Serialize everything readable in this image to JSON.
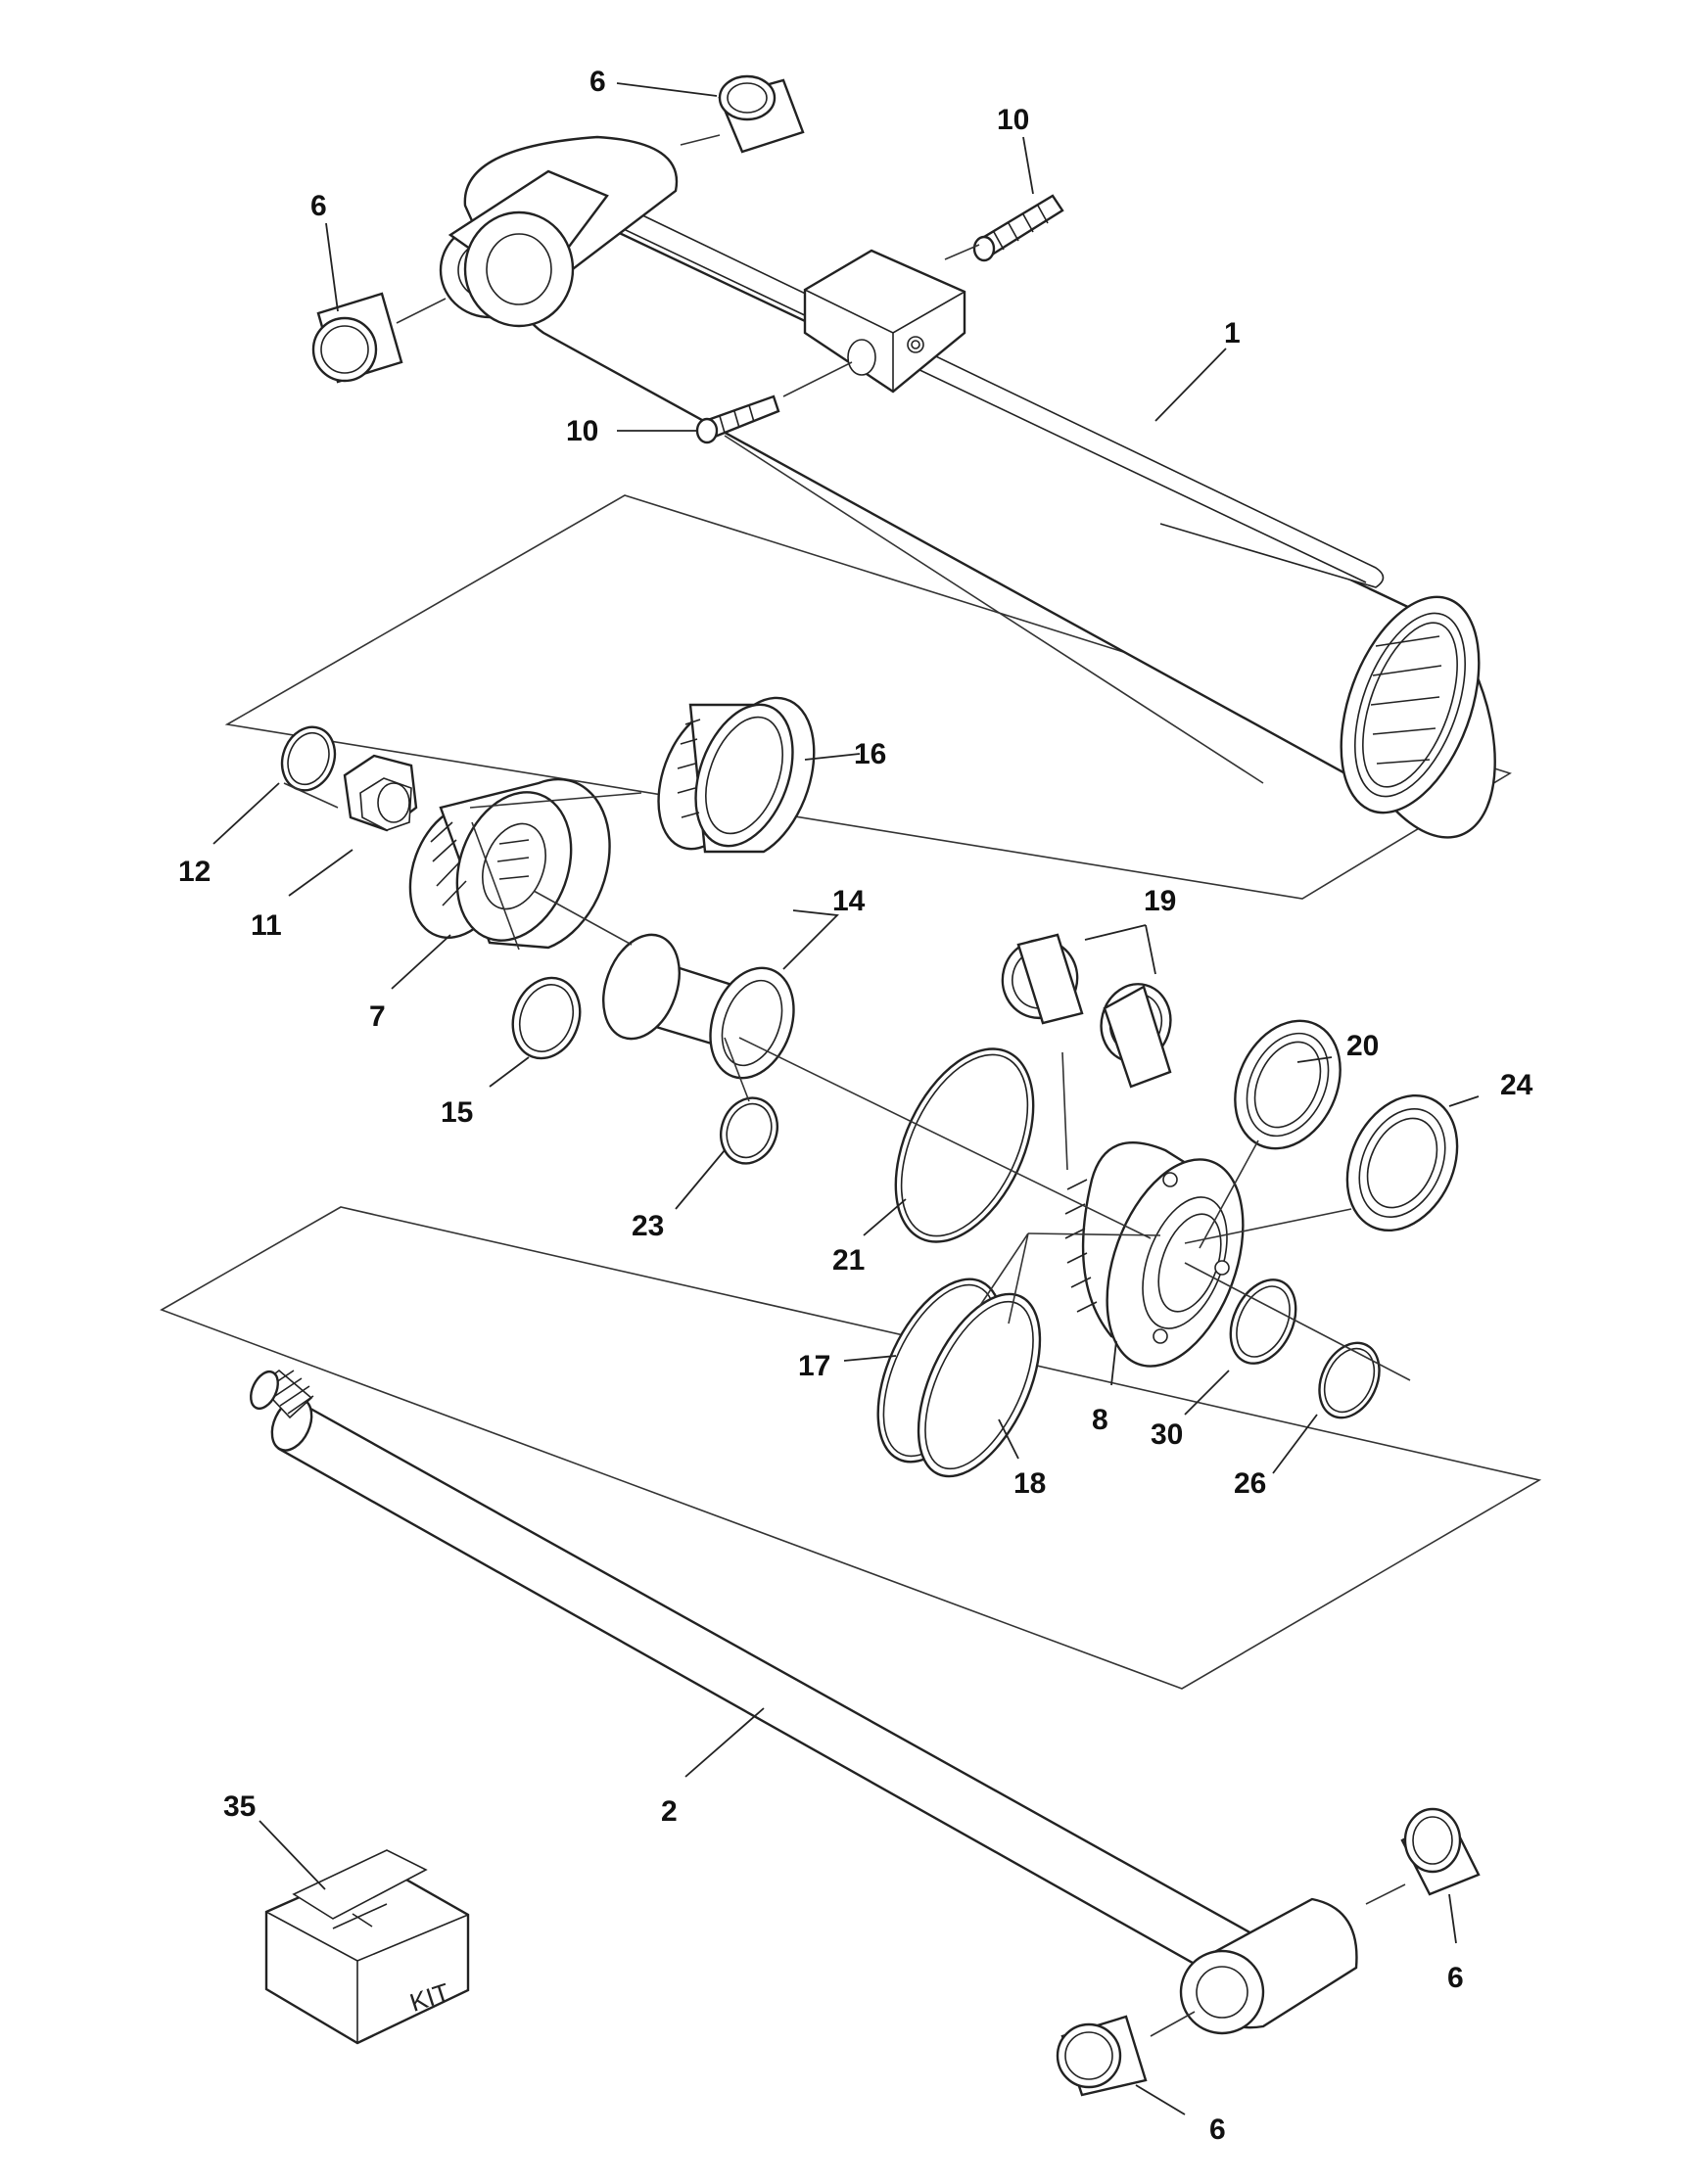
{
  "callouts": {
    "c6_top": "6",
    "c6_left": "6",
    "c10_top": "10",
    "c10_left": "10",
    "c1": "1",
    "c16": "16",
    "c12": "12",
    "c11": "11",
    "c14": "14",
    "c19": "19",
    "c7": "7",
    "c15": "15",
    "c20": "20",
    "c24": "24",
    "c23": "23",
    "c21": "21",
    "c17": "17",
    "c8": "8",
    "c30": "30",
    "c18": "18",
    "c26": "26",
    "c2": "2",
    "c35": "35",
    "c6_right": "6",
    "c6_bottom": "6"
  },
  "kit_label": "KIT"
}
